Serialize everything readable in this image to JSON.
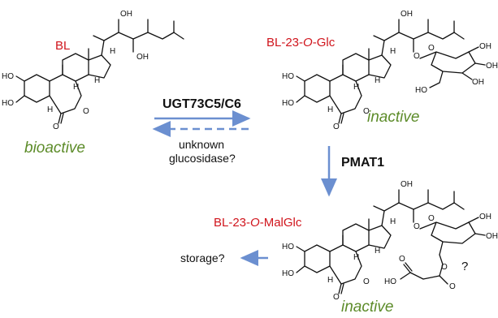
{
  "labels": {
    "bl": "BL",
    "bl_glc_prefix": "BL-23-",
    "bl_glc_o": "O",
    "bl_glc_suffix": "-Glc",
    "bl_malglc_prefix": "BL-23-",
    "bl_malglc_o": "O",
    "bl_malglc_suffix": "-MalGlc",
    "bioactive": "bioactive",
    "inactive_1": "inactive",
    "inactive_2": "inactive",
    "enzyme_1": "UGT73C5/C6",
    "enzyme_2": "PMAT1",
    "unknown_line1": "unknown",
    "unknown_line2": "glucosidase?",
    "storage": "storage?",
    "question": "?"
  },
  "atoms": {
    "oh": "OH",
    "ho": "HO",
    "h": "H",
    "o": "O"
  },
  "colors": {
    "red_label": "#d0141c",
    "green_label": "#5d8c2a",
    "arrow_blue": "#6b8fd0"
  }
}
